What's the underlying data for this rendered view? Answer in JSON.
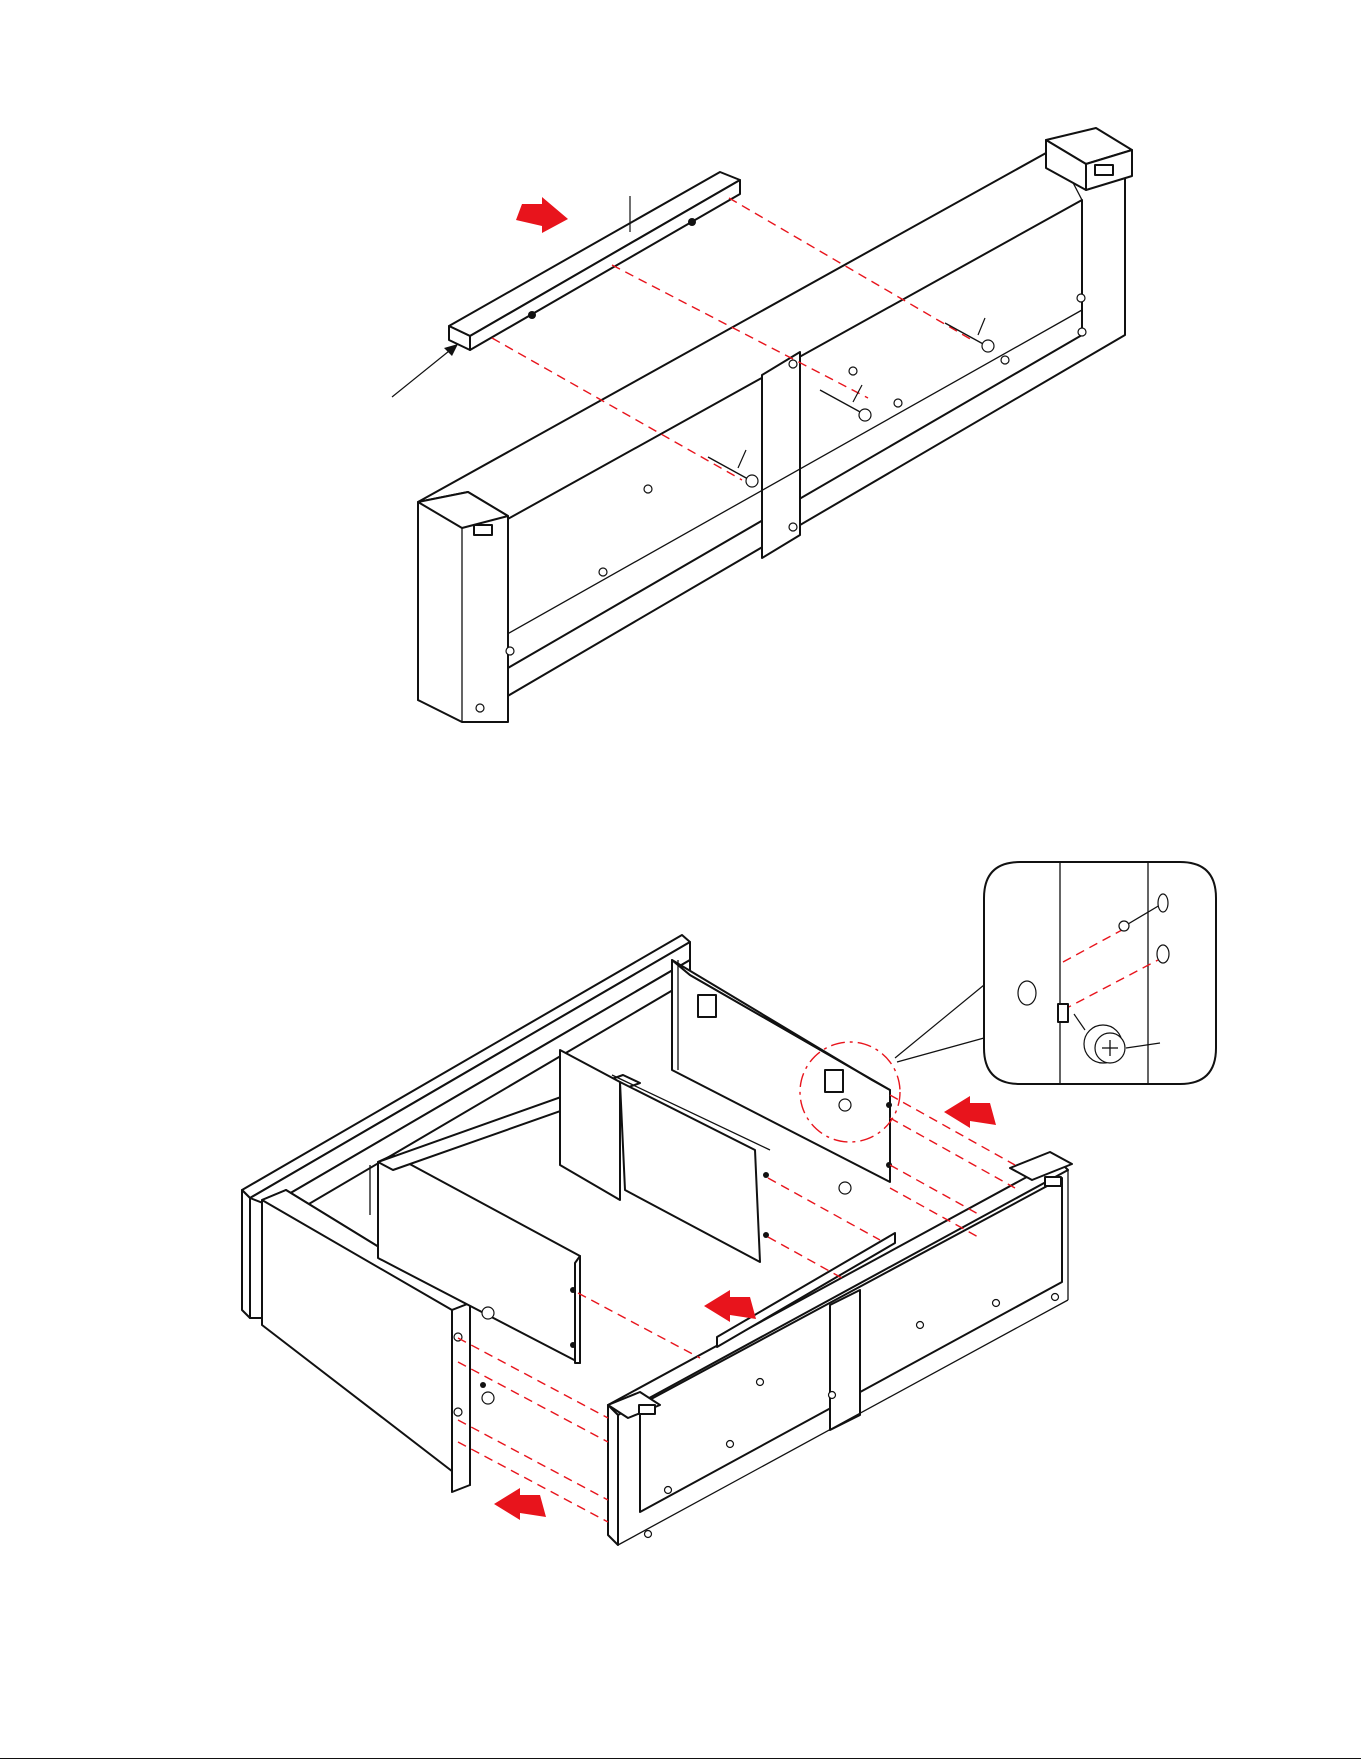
{
  "page": {
    "page_number": "",
    "figures": [
      {
        "id": "step-a",
        "direction_arrows": 1,
        "screws": 3,
        "callout_labels": []
      },
      {
        "id": "step-b",
        "direction_arrows": 3,
        "detail_inset": [
          "cam-bolt",
          "cam-lock"
        ],
        "callout_labels": []
      }
    ]
  },
  "colors": {
    "accent": "#e8141c",
    "line": "#111111",
    "paper": "#ffffff"
  },
  "icons": [
    "arrow-right-icon",
    "arrow-left-icon",
    "screw-icon",
    "cam-lock-icon",
    "cam-bolt-icon"
  ]
}
